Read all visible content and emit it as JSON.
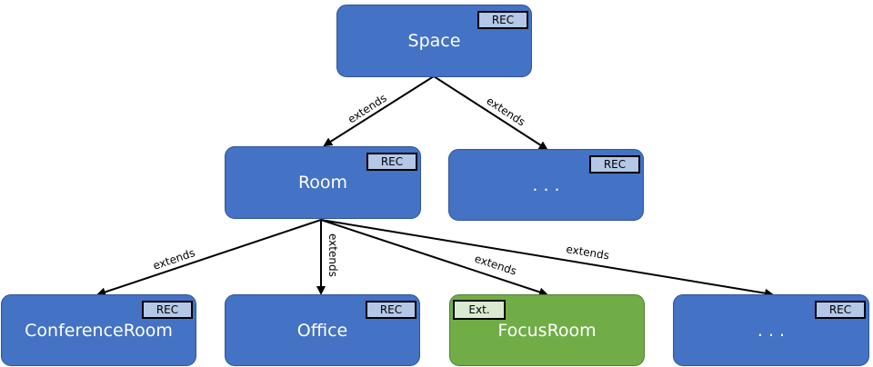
{
  "nodes": {
    "space": {
      "label": "Space",
      "badge": "REC"
    },
    "room": {
      "label": "Room",
      "badge": "REC"
    },
    "space_more": {
      "label": ". . .",
      "badge": "REC"
    },
    "conference_room": {
      "label": "ConferenceRoom",
      "badge": "REC"
    },
    "office": {
      "label": "Office",
      "badge": "REC"
    },
    "focus_room": {
      "label": "FocusRoom",
      "badge": "Ext."
    },
    "room_more": {
      "label": ". . .",
      "badge": "REC"
    }
  },
  "edges": {
    "space_room": "extends",
    "space_more": "extends",
    "room_conference": "extends",
    "room_office": "extends",
    "room_focus": "extends",
    "room_more": "extends"
  },
  "colors": {
    "rec_node": "#4472c4",
    "ext_node": "#70ad47",
    "rec_badge": "#b4c7e7",
    "ext_badge": "#d9ead3",
    "arrow": "#000000"
  }
}
